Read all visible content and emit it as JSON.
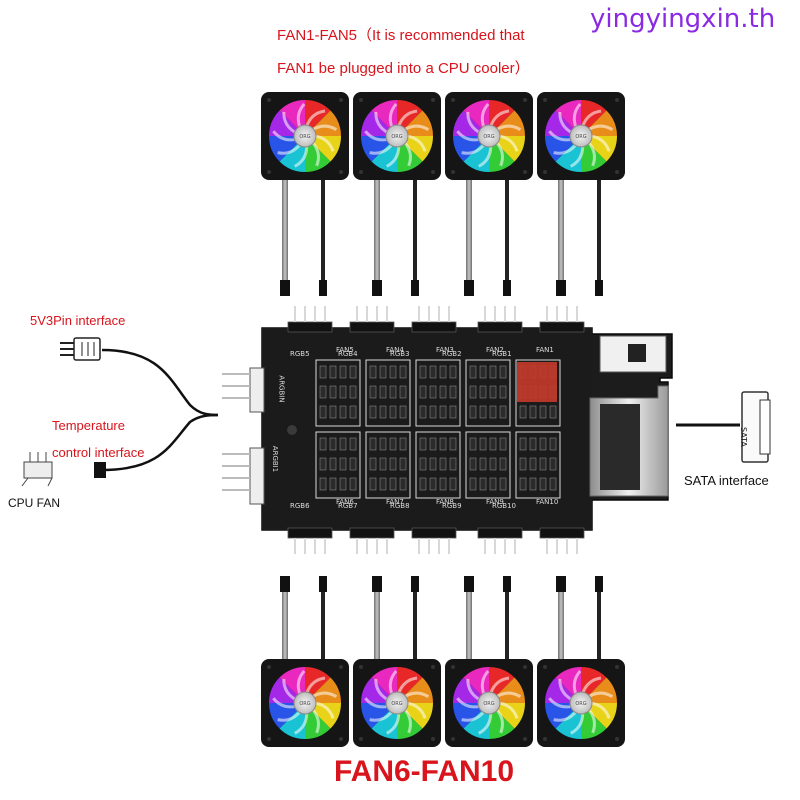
{
  "watermark": "yingyingxin.th",
  "title_top_line1": "FAN1-FAN5（It is recommended that",
  "title_top_line2": "FAN1 be plugged into a CPU cooler）",
  "title_bottom": "FAN6-FAN10",
  "labels": {
    "power_5v3pin": "5V3Pin interface",
    "temperature_line1": "Temperature",
    "temperature_line2": "control interface",
    "cpu_fan": "CPU FAN",
    "sata": "SATA interface"
  },
  "pcb_labels": {
    "top": [
      "RGB5",
      "FAN5",
      "RGB4",
      "FAN4",
      "RGB3",
      "FAN3",
      "RGB2",
      "FAN2",
      "RGB1",
      "FAN1"
    ],
    "bottom": [
      "RGB6",
      "FAN6",
      "RGB7",
      "FAN7",
      "RGB8",
      "FAN8",
      "RGB9",
      "FAN9",
      "RGB10",
      "FAN10"
    ],
    "side_in": "ARGBIN",
    "side_out": "ARGBI1"
  },
  "fan_hub_text": "ORG",
  "colors": {
    "label_red": "#d8141c",
    "watermark": "#8a2be2",
    "pcb": "#1b1b1b",
    "cable_grey": "#8c8c8c",
    "cable_black": "#1a1a1a"
  }
}
